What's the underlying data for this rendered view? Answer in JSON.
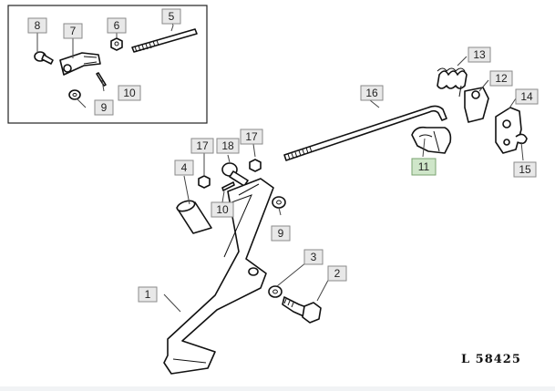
{
  "figure": {
    "reference": "L  58425",
    "accent_color": "#cfe6c9",
    "callouts": [
      {
        "id": "c1",
        "label": "1"
      },
      {
        "id": "c2",
        "label": "2"
      },
      {
        "id": "c3",
        "label": "3"
      },
      {
        "id": "c4",
        "label": "4"
      },
      {
        "id": "c5",
        "label": "5"
      },
      {
        "id": "c6",
        "label": "6"
      },
      {
        "id": "c7",
        "label": "7"
      },
      {
        "id": "c8",
        "label": "8"
      },
      {
        "id": "c9a",
        "label": "9"
      },
      {
        "id": "c9b",
        "label": "9"
      },
      {
        "id": "c10a",
        "label": "10"
      },
      {
        "id": "c10b",
        "label": "10"
      },
      {
        "id": "c11",
        "label": "11",
        "highlighted": true
      },
      {
        "id": "c12",
        "label": "12"
      },
      {
        "id": "c13",
        "label": "13"
      },
      {
        "id": "c14",
        "label": "14"
      },
      {
        "id": "c15",
        "label": "15"
      },
      {
        "id": "c16",
        "label": "16"
      },
      {
        "id": "c17a",
        "label": "17"
      },
      {
        "id": "c17b",
        "label": "17"
      },
      {
        "id": "c18",
        "label": "18"
      }
    ]
  }
}
